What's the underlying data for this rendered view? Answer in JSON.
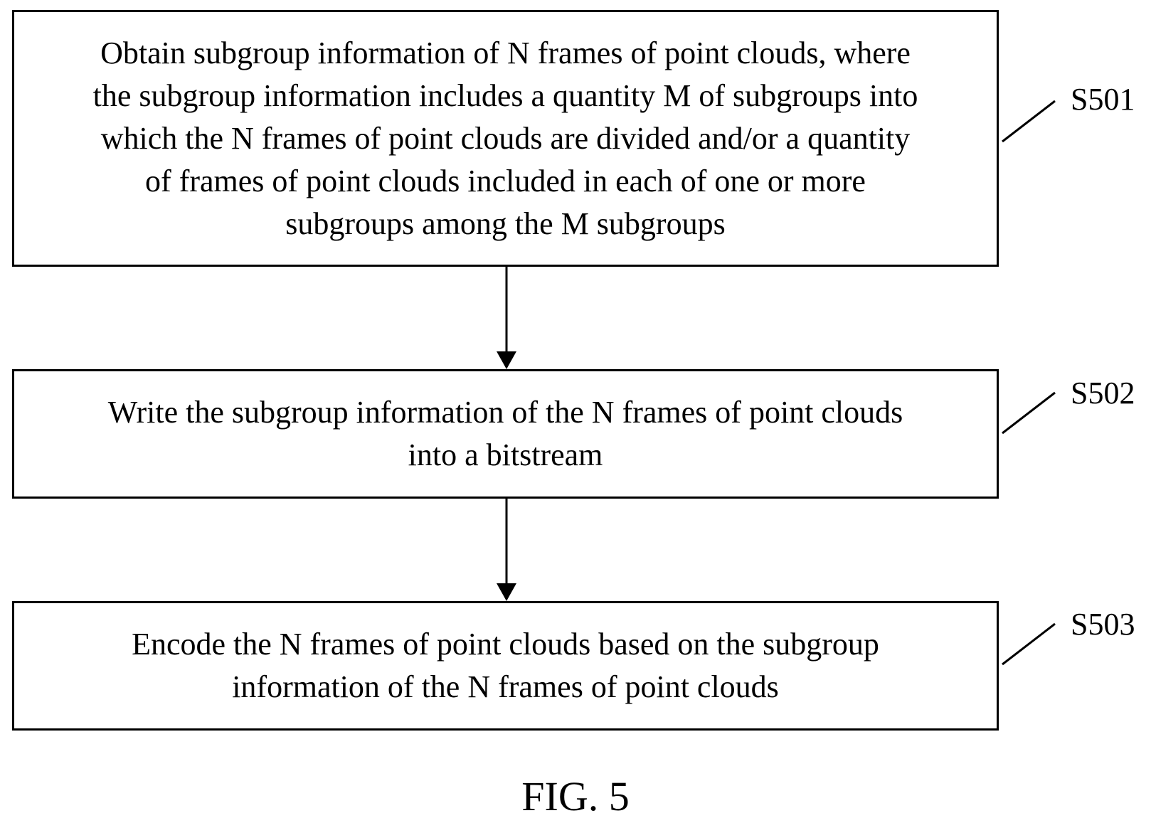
{
  "steps": [
    {
      "id": "S501",
      "text": "Obtain subgroup information of N frames of point clouds, where\nthe subgroup information includes a quantity M of subgroups into\nwhich the N frames of point clouds are divided and/or a quantity\nof frames of point clouds included in each of one or more\nsubgroups among the M subgroups"
    },
    {
      "id": "S502",
      "text": "Write the subgroup information of the N frames of point clouds\ninto a bitstream"
    },
    {
      "id": "S503",
      "text": "Encode the N frames of point clouds based on the subgroup\ninformation of the N frames of point clouds"
    }
  ],
  "caption": "FIG. 5"
}
